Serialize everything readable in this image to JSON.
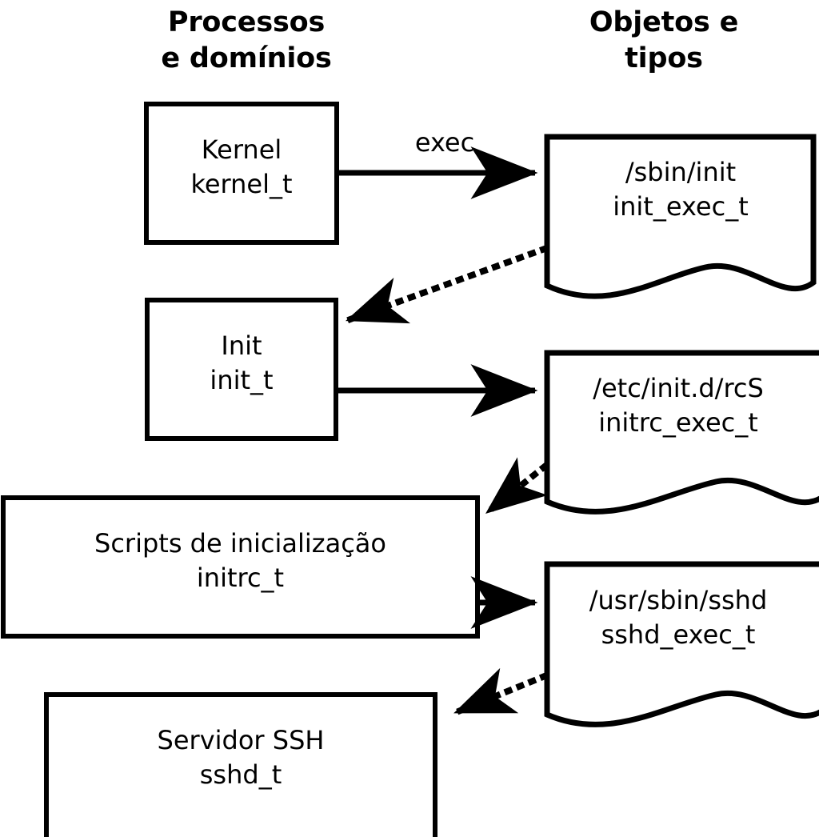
{
  "diagram": {
    "title_columns": [
      {
        "id": "processes",
        "text": "Processos\ne domínios"
      },
      {
        "id": "objects",
        "text": "Objetos e\ntipos"
      }
    ],
    "stroke_color": "#000000",
    "fill_color": "#ffffff",
    "background": "#ffffff",
    "process_nodes": [
      {
        "id": "kernel",
        "text": "Kernel\nkernel_t"
      },
      {
        "id": "init",
        "text": "Init\ninit_t"
      },
      {
        "id": "initrc",
        "text": "Scripts de inicialização\ninitrc_t"
      },
      {
        "id": "sshd",
        "text": "Servidor SSH\nsshd_t"
      }
    ],
    "object_nodes": [
      {
        "id": "init_exec",
        "text": "/sbin/init\ninit_exec_t"
      },
      {
        "id": "initrc_exec",
        "text": "/etc/init.d/rcS\ninitrc_exec_t"
      },
      {
        "id": "sshd_exec",
        "text": "/usr/sbin/sshd\nsshd_exec_t"
      }
    ],
    "edges": [
      {
        "id": "kernel-exec-init_exec",
        "label": "exec",
        "style": "solid",
        "from": "kernel",
        "to": "init_exec"
      },
      {
        "id": "init_exec-transition-init",
        "label": "",
        "style": "dotted",
        "from": "init_exec",
        "to": "init"
      },
      {
        "id": "init-exec-initrc_exec",
        "label": "",
        "style": "solid",
        "from": "init",
        "to": "initrc_exec"
      },
      {
        "id": "initrc_exec-transition-initrc",
        "label": "",
        "style": "dotted",
        "from": "initrc_exec",
        "to": "initrc"
      },
      {
        "id": "initrc-exec-sshd_exec",
        "label": "",
        "style": "solid",
        "from": "initrc",
        "to": "sshd_exec"
      },
      {
        "id": "sshd_exec-transition-sshd",
        "label": "",
        "style": "dotted",
        "from": "sshd_exec",
        "to": "sshd"
      }
    ]
  }
}
